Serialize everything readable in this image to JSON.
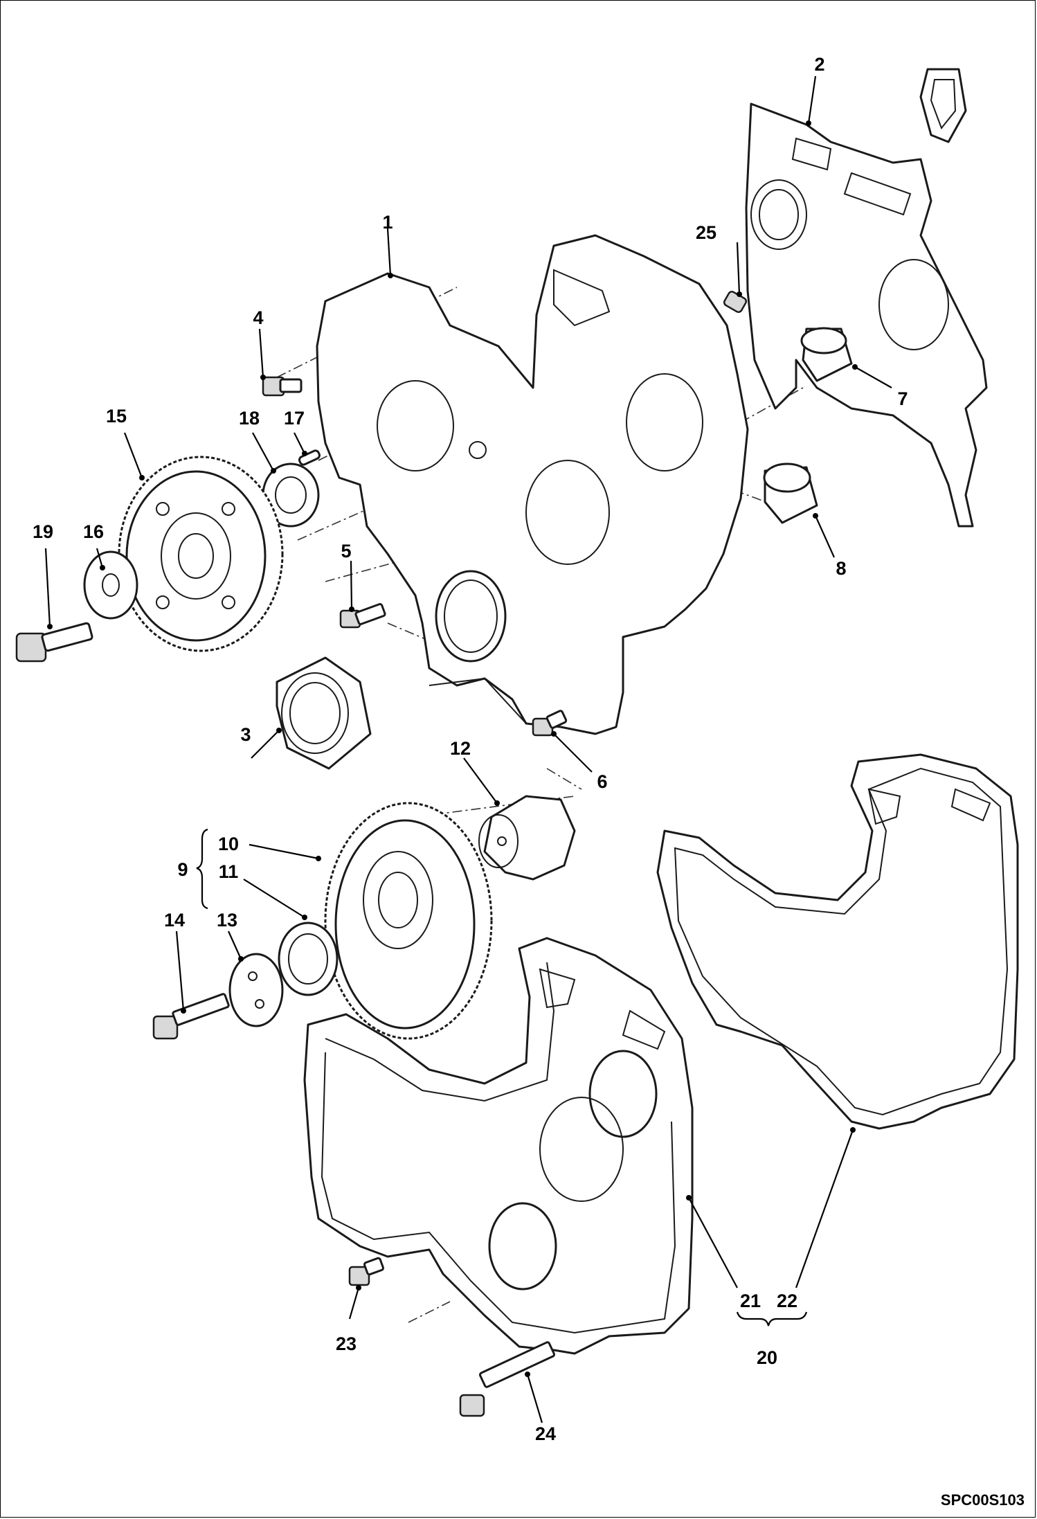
{
  "diagram": {
    "callouts": [
      {
        "id": "1",
        "text": "1"
      },
      {
        "id": "2",
        "text": "2"
      },
      {
        "id": "3",
        "text": "3"
      },
      {
        "id": "4",
        "text": "4"
      },
      {
        "id": "5",
        "text": "5"
      },
      {
        "id": "6",
        "text": "6"
      },
      {
        "id": "7",
        "text": "7"
      },
      {
        "id": "8",
        "text": "8"
      },
      {
        "id": "9",
        "text": "9"
      },
      {
        "id": "10",
        "text": "10"
      },
      {
        "id": "11",
        "text": "11"
      },
      {
        "id": "12",
        "text": "12"
      },
      {
        "id": "13",
        "text": "13"
      },
      {
        "id": "14",
        "text": "14"
      },
      {
        "id": "15",
        "text": "15"
      },
      {
        "id": "16",
        "text": "16"
      },
      {
        "id": "17",
        "text": "17"
      },
      {
        "id": "18",
        "text": "18"
      },
      {
        "id": "19",
        "text": "19"
      },
      {
        "id": "20",
        "text": "20"
      },
      {
        "id": "21",
        "text": "21"
      },
      {
        "id": "22",
        "text": "22"
      },
      {
        "id": "23",
        "text": "23"
      },
      {
        "id": "24",
        "text": "24"
      },
      {
        "id": "25",
        "text": "25"
      }
    ],
    "drawing_code": "SPC00S103"
  }
}
